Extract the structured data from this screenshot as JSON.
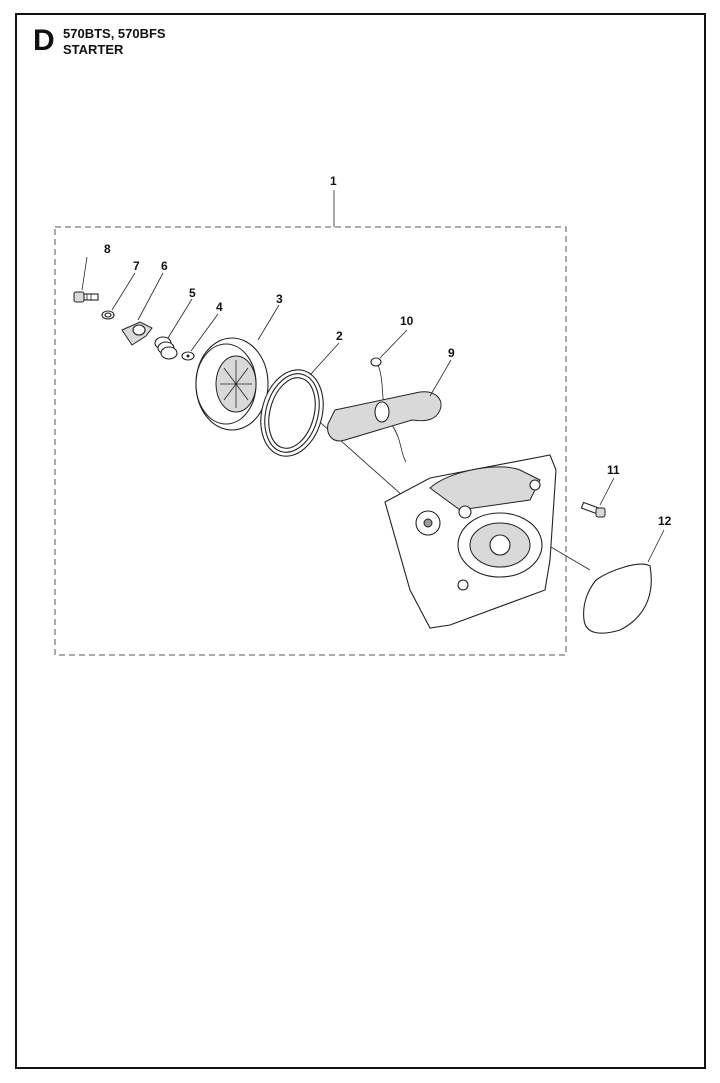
{
  "header": {
    "section_letter": "D",
    "models": "570BTS, 570BFS",
    "title": "STARTER"
  },
  "callouts": [
    "1",
    "2",
    "3",
    "4",
    "5",
    "6",
    "7",
    "8",
    "9",
    "10",
    "11",
    "12"
  ],
  "colors": {
    "line": "#222222",
    "shade": "#d9d9d9",
    "background": "#ffffff"
  }
}
